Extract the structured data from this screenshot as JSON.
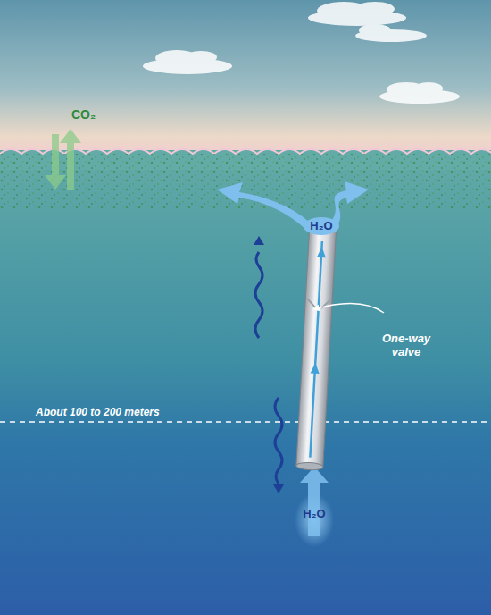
{
  "diagram": {
    "labels": [
      "CO₂",
      "H₂O",
      "One-way valve",
      "About 100 to 200 meters",
      "H₂O"
    ]
  }
}
